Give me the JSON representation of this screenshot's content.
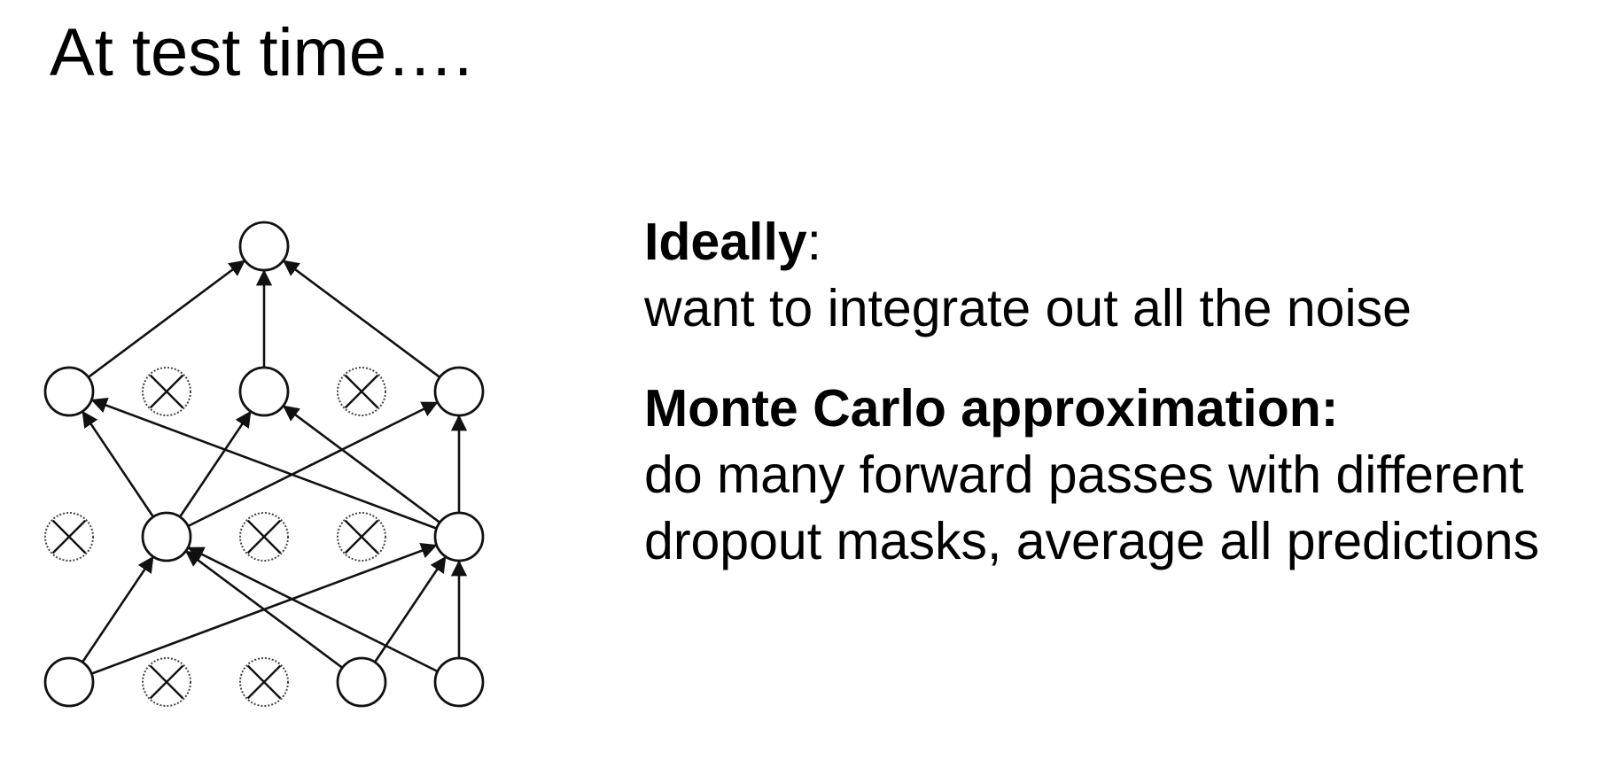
{
  "title": "At test time….",
  "ideally": {
    "heading": "Ideally",
    "colon": ":",
    "body": "want to integrate out all the noise"
  },
  "monte_carlo": {
    "heading": "Monte Carlo approximation:",
    "body": "do many forward passes with different dropout masks, average all predictions"
  },
  "diagram": {
    "layers": [
      [
        "active",
        "dropped",
        "dropped",
        "active",
        "active"
      ],
      [
        "dropped",
        "active",
        "dropped",
        "dropped",
        "active"
      ],
      [
        "active",
        "dropped",
        "active",
        "dropped",
        "active"
      ],
      [
        "active"
      ]
    ],
    "node_icons": {
      "active": "neuron-circle-icon",
      "dropped": "dropped-neuron-icon"
    },
    "colors": {
      "stroke": "#111111",
      "dropped_stroke": "#444444"
    }
  }
}
